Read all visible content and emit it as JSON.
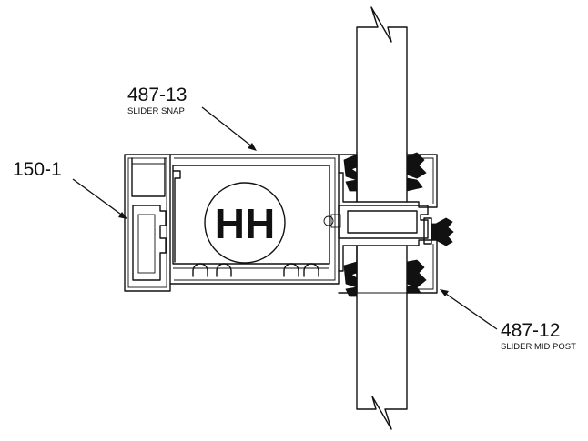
{
  "callouts": {
    "top": {
      "number": "487-13",
      "name": "SLIDER SNAP"
    },
    "left": {
      "number": "150-1"
    },
    "right": {
      "number": "487-12",
      "name": "SLIDER MID POST"
    }
  },
  "center_mark": "HH"
}
